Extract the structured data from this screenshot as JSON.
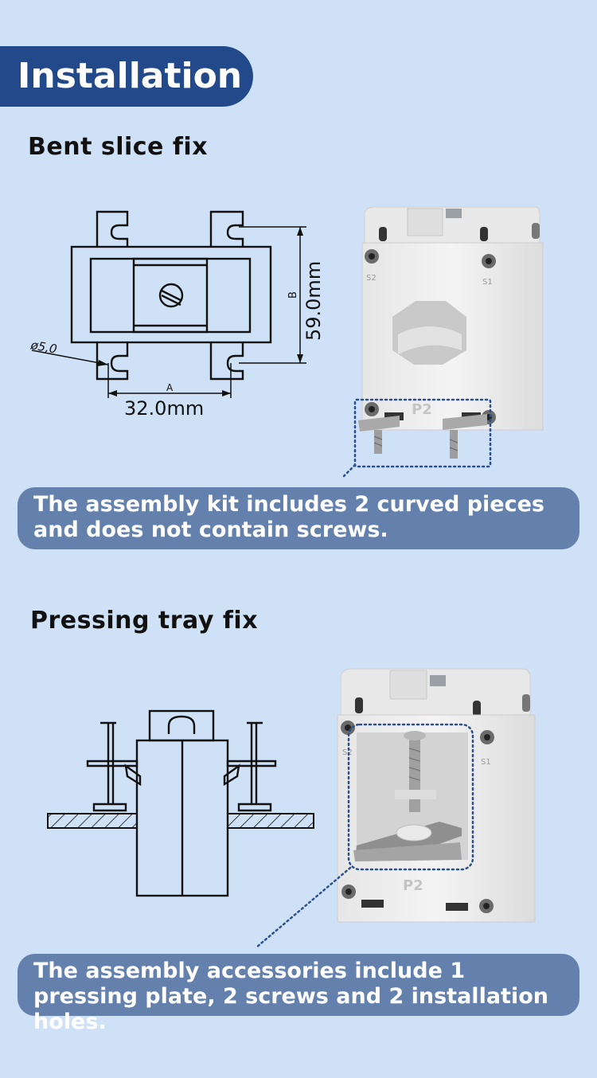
{
  "header": {
    "title": "Installation"
  },
  "section1": {
    "heading": "Bent slice fix",
    "drawing": {
      "dim_height": "59.0mm",
      "dim_width": "32.0mm",
      "dim_hole": "ø5,0"
    },
    "photo_labels": {
      "s2": "S2",
      "s1": "S1",
      "p2": "P2"
    },
    "callout": "The assembly kit includes 2 curved pieces and does not contain screws."
  },
  "section2": {
    "heading": "Pressing tray fix",
    "photo_labels": {
      "s2": "S2",
      "s1": "S1",
      "p2": "P2"
    },
    "callout": "The assembly accessories include 1 pressing plate, 2 screws and 2 installation holes."
  },
  "colors": {
    "background": "#cfe1f7",
    "tag": "#224a8a",
    "callout": "#6480ad",
    "accent_dots": "#2b4f8f"
  }
}
